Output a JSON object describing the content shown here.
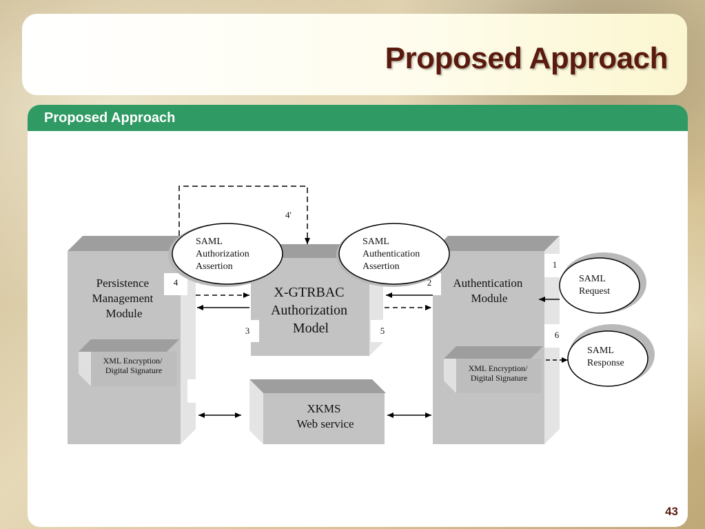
{
  "slide": {
    "title": "Proposed Approach",
    "section_header": "Proposed Approach",
    "page_number": "43"
  },
  "diagram": {
    "persistence_module": [
      "Persistence",
      "Management",
      "Module"
    ],
    "xml_left": [
      "XML Encryption/",
      "Digital Signature"
    ],
    "authorization_model": [
      "X-GTRBAC",
      "Authorization",
      "Model"
    ],
    "authentication_module": [
      "Authentication",
      "Module"
    ],
    "xml_right": [
      "XML Encryption/",
      "Digital Signature"
    ],
    "xkms": [
      "XKMS",
      "Web service"
    ],
    "saml_authorization": [
      "SAML",
      "Authorization",
      "Assertion"
    ],
    "saml_authentication": [
      "SAML",
      "Authentication",
      "Assertion"
    ],
    "saml_request": [
      "SAML",
      "Request"
    ],
    "saml_response": [
      "SAML",
      "Response"
    ],
    "step_labels": {
      "s1": "1",
      "s2": "2",
      "s3": "3",
      "s4": "4",
      "s4p": "4'",
      "s5": "5",
      "s6": "6"
    }
  }
}
